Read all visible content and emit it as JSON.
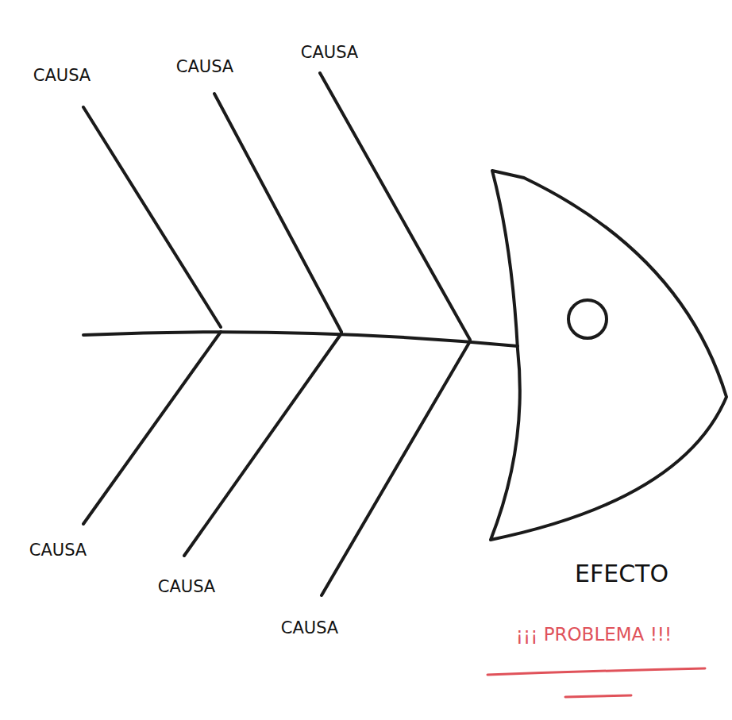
{
  "diagram": {
    "labels": [
      "CAUSA",
      "CAUSA",
      "CAUSA",
      "CAUSA",
      "CAUSA",
      "CAUSA",
      "EFECTO",
      "¡¡¡ PROBLEMA !!!"
    ]
  }
}
